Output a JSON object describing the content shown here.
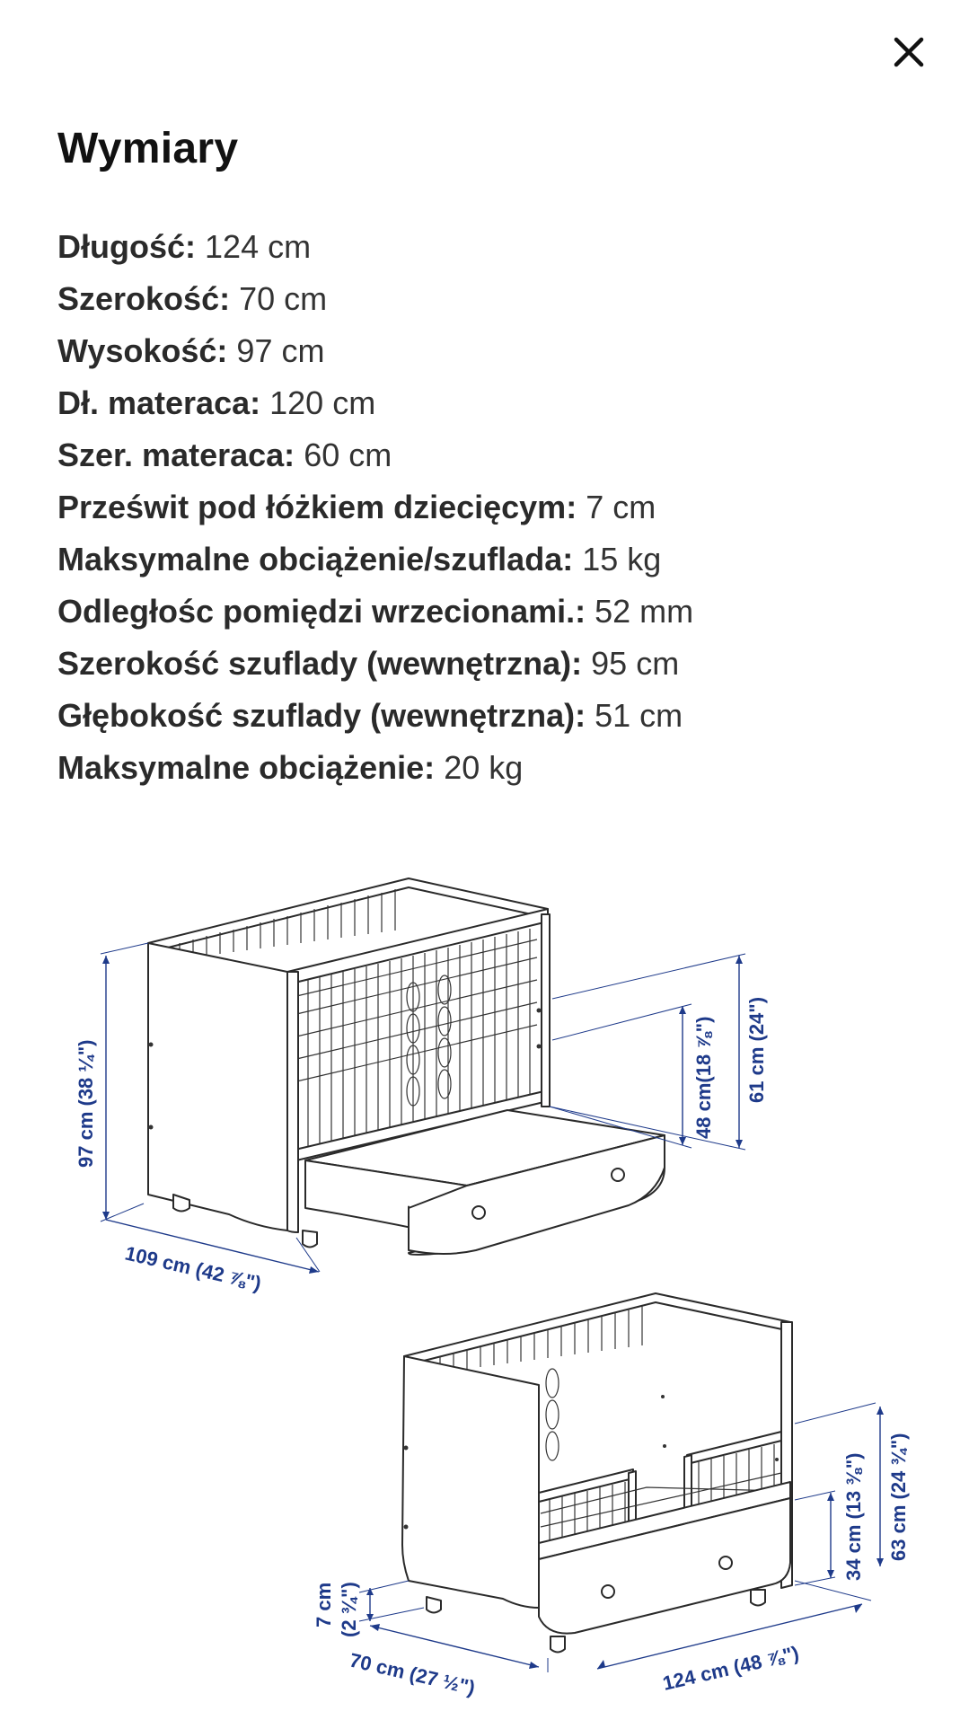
{
  "dialog": {
    "title": "Wymiary",
    "close_icon": "close-icon"
  },
  "specs": [
    {
      "label": "Długość:",
      "value": "124 cm"
    },
    {
      "label": "Szerokość:",
      "value": "70 cm"
    },
    {
      "label": "Wysokość:",
      "value": "97 cm"
    },
    {
      "label": "Dł. materaca:",
      "value": "120 cm"
    },
    {
      "label": "Szer. materaca:",
      "value": "60 cm"
    },
    {
      "label": "Prześwit pod łóżkiem dziecięcym:",
      "value": "7 cm"
    },
    {
      "label": "Maksymalne obciążenie/szuflada:",
      "value": "15 kg"
    },
    {
      "label": "Odległośc pomiędzi wrzecionami.:",
      "value": "52 mm"
    },
    {
      "label": "Szerokość szuflady (wewnętrzna):",
      "value": "95 cm"
    },
    {
      "label": "Głębokość szuflady (wewnętrzna):",
      "value": "51 cm"
    },
    {
      "label": "Maksymalne obciążenie:",
      "value": "20 kg"
    }
  ],
  "diagram": {
    "crib_full": {
      "height": "97 cm (38 ¼\")",
      "width": "109 cm (42 ⅞\")",
      "inner_height": "48 cm(18 ⅞\")",
      "rail_height": "61 cm (24\")"
    },
    "crib_junior": {
      "clearance_cm": "7 cm",
      "clearance_in": "(2 ¾\")",
      "depth": "70 cm (27 ½\")",
      "length": "124 cm (48 ⅞\")",
      "side_height": "34 cm (13 ⅜\")",
      "total_height": "63 cm (24 ¾\")"
    },
    "dimension_color": "#1e3a8a"
  }
}
